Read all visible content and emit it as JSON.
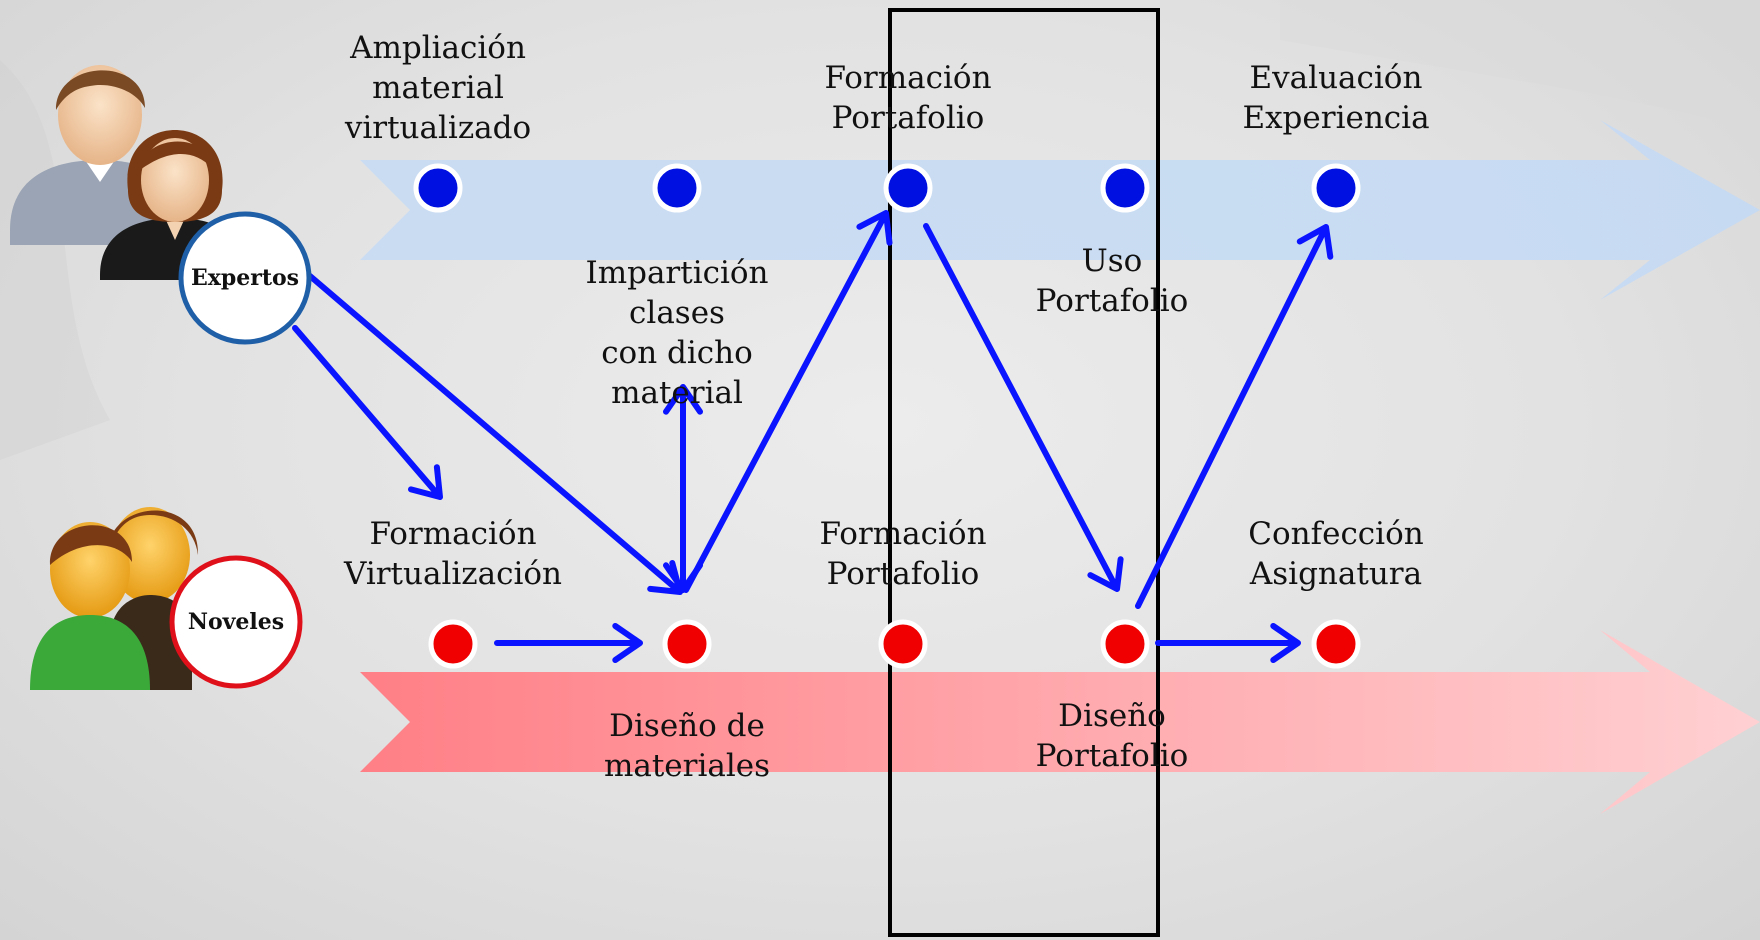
{
  "groups": {
    "experts": {
      "label": "Expertos",
      "ring_color": "#1f5fa8",
      "track_color": "#bcd6f2",
      "dot_color": "#0010e0"
    },
    "novices": {
      "label": "Noveles",
      "ring_color": "#e0101a",
      "track_color": "#ff8a8a",
      "dot_color": "#f00000"
    }
  },
  "arrow_color": "#0a14ff",
  "labels": {
    "top_1": "Ampliación\nmaterial\nvirtualizado",
    "top_3": "Formación\nPortafolio",
    "top_5": "Evaluación\nExperiencia",
    "mid_2": "Impartición\nclases\ncon dicho\nmaterial",
    "mid_4": "Uso\nPortafolio",
    "bottom_1": "Formación\nVirtualización",
    "bottom_3": "Formación\nPortafolio",
    "bottom_5": "Confección\nAsignatura",
    "under_2": "Diseño de\nmateriales",
    "under_4": "Diseño\nPortafolio"
  },
  "icons": {
    "experts": "expert-users-icon",
    "novices": "novice-users-icon"
  }
}
